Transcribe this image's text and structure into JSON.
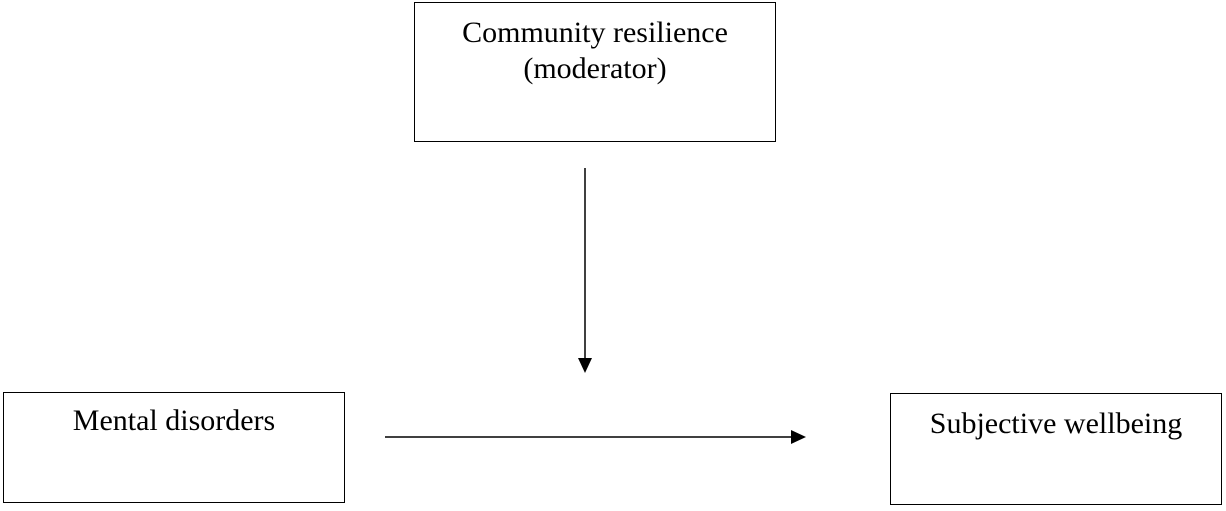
{
  "diagram": {
    "moderator": {
      "line1": "Community resilience",
      "line2": "(moderator)"
    },
    "predictor": {
      "label": "Mental disorders"
    },
    "outcome": {
      "label": "Subjective wellbeing"
    },
    "edges": [
      {
        "from": "Community resilience (moderator)",
        "to": "predictor-outcome path",
        "type": "moderation"
      },
      {
        "from": "Mental disorders",
        "to": "Subjective wellbeing",
        "type": "direct-effect"
      }
    ]
  }
}
